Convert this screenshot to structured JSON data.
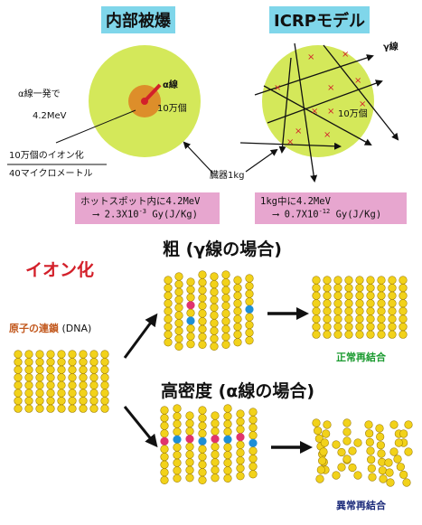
{
  "top_left": {
    "title": "内部被爆",
    "alpha_one_shot": "α線一発で",
    "energy": "4.2MeV",
    "alpha_ray": "α線",
    "count": "10万個",
    "ions_label": "10万個のイオン化",
    "distance_label": "40マイクロメートル"
  },
  "top_right": {
    "title": "ICRPモデル",
    "gamma_ray": "γ線",
    "count": "10万個"
  },
  "organ_label": "臓器1kg",
  "hotspot_box": {
    "line1": "ホットスポット内に4.2MeV",
    "line2_prefix": "2.3X10",
    "line2_exp": "-3",
    "line2_unit": "Gy(J/Kg)"
  },
  "icrp_box": {
    "line1": "1kg中に4.2MeV",
    "line2_prefix": "0.7X10",
    "line2_exp": "-12",
    "line2_unit": "Gy(J/Kg)"
  },
  "bottom": {
    "ionization": "イオン化",
    "dna_label": "原子の連鎖",
    "dna_suffix": "(DNA)",
    "coarse_heading": "粗 (γ線の場合)",
    "dense_heading": "高密度 (α線の場合)",
    "normal_rejoin": "正常再結合",
    "abnormal_rejoin": "異常再結合"
  },
  "colors": {
    "bead": "#f2d21a",
    "bead_stroke": "#a07f06",
    "break_pink": "#e0336e",
    "break_blue": "#1e8fd6",
    "circle_fill": "#d4e85a",
    "hot_orange": "#dd8e2a",
    "red": "#d3202a"
  }
}
